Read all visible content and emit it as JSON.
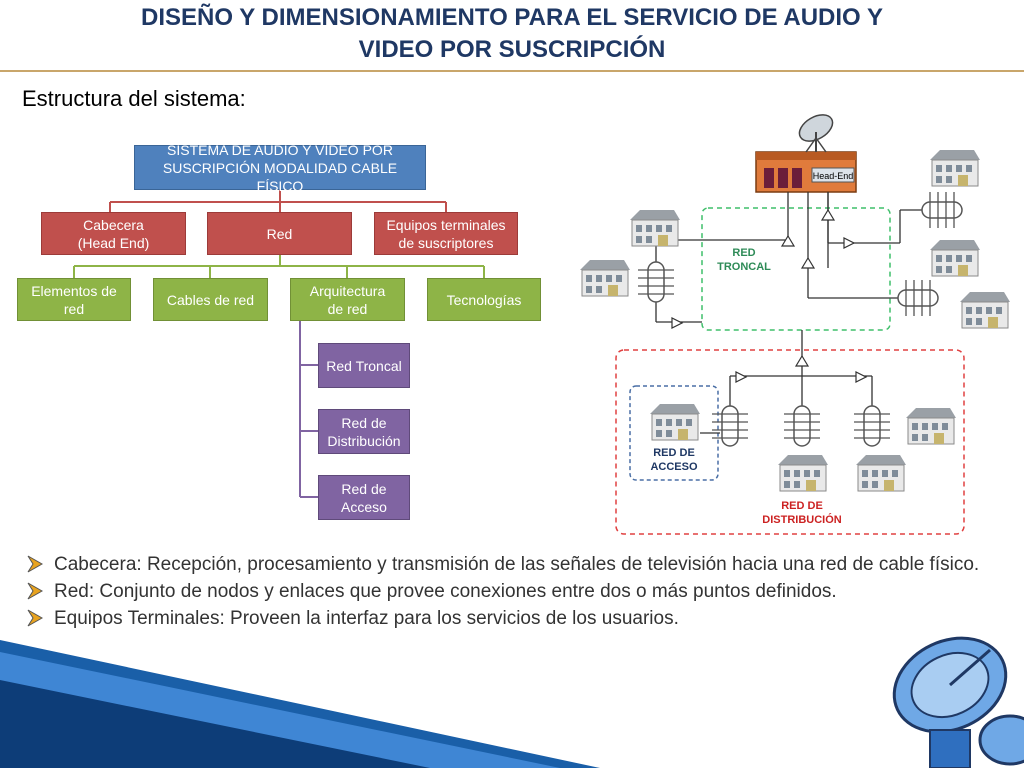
{
  "title_line1": "DISEÑO Y DIMENSIONAMIENTO PARA EL SERVICIO DE AUDIO Y",
  "title_line2": "VIDEO POR SUSCRIPCIÓN",
  "subtitle": "Estructura del sistema:",
  "tree": {
    "root_line1": "SISTEMA DE AUDIO Y VIDEO POR",
    "root_line2": "SUSCRIPCIÓN MODALIDAD CABLE FÍSICO",
    "cabecera_line1": "Cabecera",
    "cabecera_line2": "(Head End)",
    "red": "Red",
    "equipos_line1": "Equipos terminales",
    "equipos_line2": "de suscriptores",
    "elementos_line1": "Elementos de",
    "elementos_line2": "red",
    "cables": "Cables de red",
    "arquitectura_line1": "Arquitectura",
    "arquitectura_line2": "de red",
    "tecnologias": "Tecnologías",
    "troncal": "Red Troncal",
    "distribucion_line1": "Red de",
    "distribucion_line2": "Distribución",
    "acceso_line1": "Red de",
    "acceso_line2": "Acceso"
  },
  "network": {
    "headend": "Head-End",
    "troncal_line1": "RED",
    "troncal_line2": "TRONCAL",
    "acceso_line1": "RED DE",
    "acceso_line2": "ACCESO",
    "distribucion_line1": "RED DE",
    "distribucion_line2": "DISTRIBUCIÓN"
  },
  "bullets": [
    "Cabecera: Recepción, procesamiento y transmisión de las señales de televisión hacia una red de cable físico.",
    "Red: Conjunto de nodos y enlaces que provee conexiones entre dos o más puntos definidos.",
    "Equipos Terminales: Proveen la interfaz para los servicios de los usuarios."
  ],
  "colors": {
    "title": "#1f3864",
    "blue": "#4f81bd",
    "red": "#c0504d",
    "green": "#8eb447",
    "purple": "#8064a2",
    "bullet_arrow": "#e8a31f"
  }
}
